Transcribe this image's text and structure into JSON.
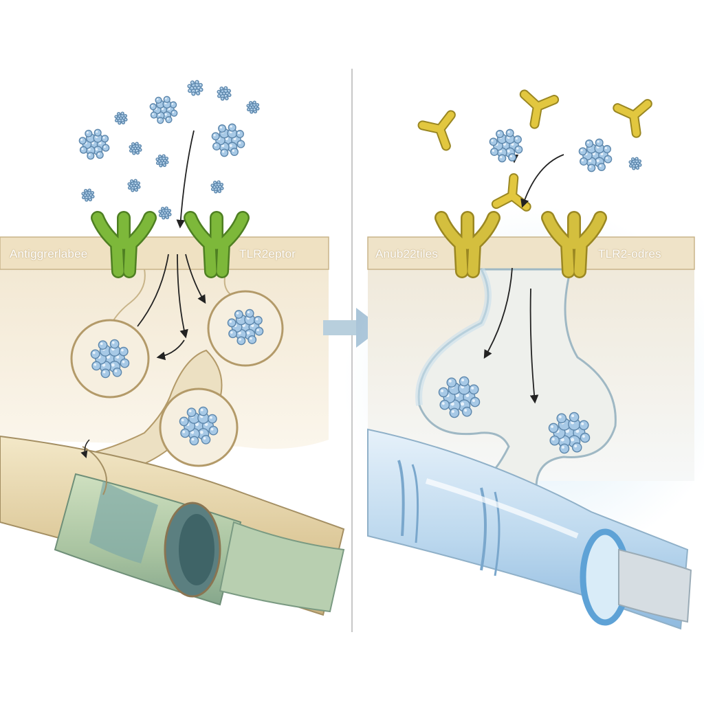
{
  "left_panel": {
    "membrane_label_left": "Antiggrerlabee",
    "membrane_label_right": "TLR2eptor",
    "receptor_color": "#7db83a",
    "pipe_state": "damaged",
    "pipe_colors": [
      "#e6d6ac",
      "#9fc4a4",
      "#7fa9a6"
    ]
  },
  "right_panel": {
    "membrane_label_left": "Anub22tiles",
    "membrane_label_right": "TLR2-odres",
    "receptor_color": "#d4bf3e",
    "antibody_color": "#e2c73f",
    "pipe_state": "intact",
    "pipe_colors": [
      "#bcd8ee",
      "#9cc6e6",
      "#6aa8d8"
    ]
  },
  "transition_arrow_color": "#a9c4d8",
  "particle_color": "#a7c9e6"
}
